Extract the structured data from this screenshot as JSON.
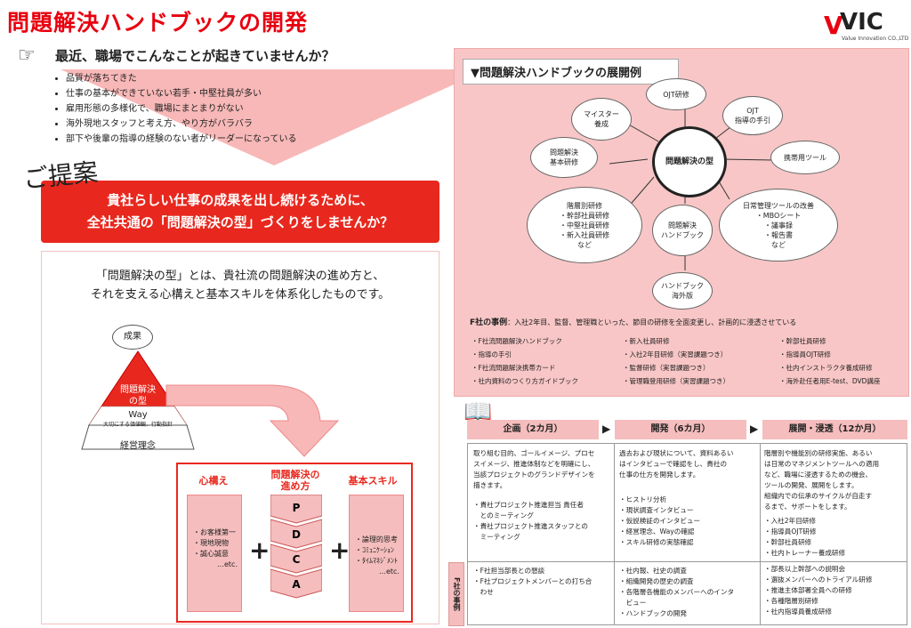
{
  "page": {
    "title": "問題解決ハンドブックの開発"
  },
  "logo": {
    "mark": "V",
    "name": "VIC",
    "tagline": "Value Innovation CO.,LTD"
  },
  "question": {
    "heading": "最近、職場でこんなことが起きていませんか？",
    "items": [
      "品質が落ちてきた",
      "仕事の基本ができていない若手・中堅社員が多い",
      "雇用形態の多様化で、職場にまとまりがない",
      "海外現地スタッフと考え方、やり方がバラバラ",
      "部下や後輩の指導の経験のない者がリーダーになっている"
    ]
  },
  "proposal": {
    "label": "ご提案",
    "line1": "貴社らしい仕事の成果を出し続けるために、",
    "line2": "全社共通の「問題解決の型」づくりをしませんか？"
  },
  "kata": {
    "desc1": "「問題解決の型」とは、貴社流の問題解決の進め方と、",
    "desc2": "それを支える心構えと基本スキルを体系化したものです。",
    "pyramid": {
      "top": "成果",
      "mid1": "問題解決",
      "mid2": "の型",
      "way": "Way",
      "way_sub": "大切にする価値観、行動指針",
      "base": "経営理念"
    },
    "columns": {
      "kokorogamae": {
        "title": "心構え",
        "items": [
          "・お客様第一",
          "・現地現物",
          "・誠心誠意"
        ],
        "etc": "…etc."
      },
      "susumekata": {
        "title1": "問題解決の",
        "title2": "進め方",
        "steps": [
          "P",
          "D",
          "C",
          "A"
        ]
      },
      "skill": {
        "title": "基本スキル",
        "items": [
          "・論理的思考",
          "・ｺﾐｭﾆｹｰｼｮﾝ",
          "・ﾀｲﾑﾏﾈｼﾞﾒﾝﾄ"
        ],
        "etc": "…etc."
      }
    }
  },
  "handbook": {
    "title": "▼問題解決ハンドブックの展開例",
    "center": "問題解決の型",
    "hub": [
      "問題解決",
      "ハンドブック"
    ],
    "nodes": {
      "ojt": "OJT研修",
      "ojt_guide": [
        "OJT",
        "指導の手引"
      ],
      "portable": "携帯用ツール",
      "meister": [
        "マイスター",
        "養成"
      ],
      "basic": [
        "問題解決",
        "基本研修"
      ],
      "kaisou": [
        "階層別研修",
        "・幹部社員研修",
        "・中堅社員研修",
        "・新入社員研修",
        "など"
      ],
      "tools": [
        "日常管理ツールの改善",
        "・MBOシート",
        "・議事録",
        "・報告書",
        "など"
      ],
      "overseas": [
        "ハンドブック",
        "海外版"
      ]
    }
  },
  "case": {
    "heading": "F社の事例",
    "text": "：入社2年目、監督、管理職といった、節目の研修を全面変更し、計画的に浸透させている",
    "col1": [
      "・F社流問題解決ハンドブック",
      "・指導の手引",
      "・F社流問題解決携帯カード",
      "・社内資料のつくり方ガイドブック"
    ],
    "col2": [
      "・新入社員研修",
      "・入社2年目研修（実習課題つき）",
      "・監督研修（実習課題つき）",
      "・管理職登用研修（実習課題つき）"
    ],
    "col3": [
      "・幹部社員研修",
      "・指導員OJT研修",
      "・社内インストラクタ養成研修",
      "・海外赴任者用E-test、DVD講座"
    ]
  },
  "plan": {
    "phases": [
      "企画（2カ月）",
      "開発（6カ月）",
      "展開・浸透（12か月）"
    ],
    "arrows": [
      "▶",
      "▶"
    ],
    "side_label": "F社の事例",
    "rows": {
      "plan_desc": [
        "取り組む目的、ゴールイメージ、プロセ",
        "スイメージ、推進体制などを明確にし、",
        "当該プロジェクトのグランドデザインを",
        "描きます。"
      ],
      "plan_items": [
        "・貴社プロジェクト推進担当 責任者",
        "　とのミーティング",
        "・貴社プロジェクト推進スタッフとの",
        "　ミーティング"
      ],
      "dev_desc": [
        "過去および現状について、資料あるい",
        "はインタビューで確認をし、貴社の",
        "仕事の仕方を開発します。"
      ],
      "dev_items": [
        "・ヒストリ分析",
        "・現状調査インタビュー",
        "・仮説検証のインタビュー",
        "・経営理念、Wayの確認",
        "・スキル研修の実態確認"
      ],
      "deploy_desc": [
        "階層別や機能別の研修実施、あるい",
        "は日常のマネジメントツールへの適用",
        "など、職場に浸透するための機会、",
        "ツールの開発、展開をします。",
        "組織内での伝承のサイクルが自走す",
        "るまで、サポートをします。"
      ],
      "deploy_items": [
        "・入社2年目研修",
        "・指導員OJT研修",
        "・幹部社員研修",
        "・社内トレーナー養成研修"
      ],
      "case_plan": [
        "・F社担当部長との懇談",
        "・F社プロジェクトメンバーとの打ち合",
        "　わせ"
      ],
      "case_dev": [
        "・社内報、社史の調査",
        "・組織開発の歴史の調査",
        "・各階層各機能のメンバーへのインタ",
        "　ビュー",
        "・ハンドブックの開発"
      ],
      "case_deploy": [
        "・部長以上幹部への説明会",
        "・選抜メンバーへのトライアル研修",
        "・推進主体部署全員への研修",
        "・各種階層別研修",
        "・社内指導員養成研修"
      ]
    }
  }
}
